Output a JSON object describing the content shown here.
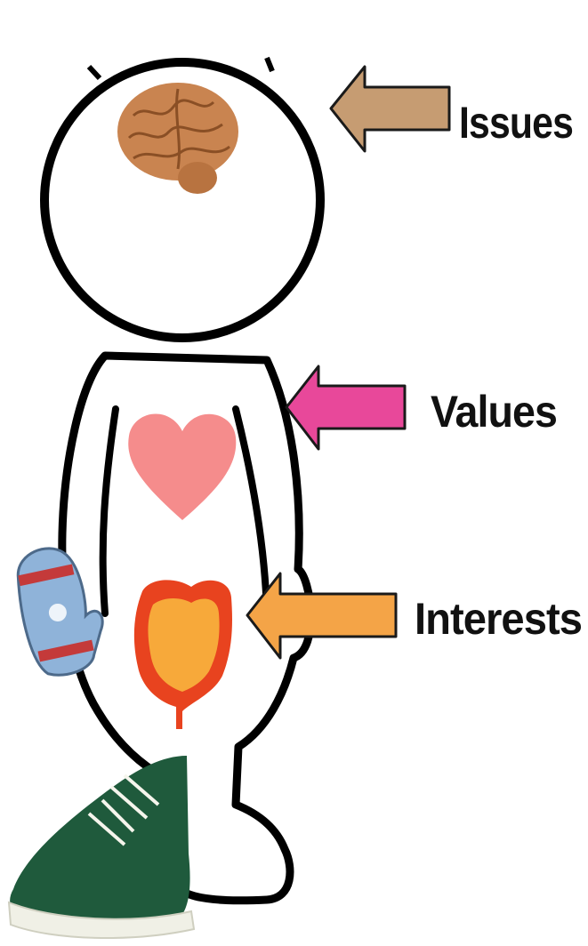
{
  "diagram": {
    "labels": {
      "issues": "Issues",
      "values": "Values",
      "interests": "Interests"
    },
    "colors": {
      "issues_arrow": "#c69c72",
      "values_arrow": "#e8489a",
      "interests_arrow": "#f4a447",
      "heart": "#f58c8c",
      "brain": "#c98450",
      "intestine_outer": "#e8431f",
      "intestine_inner": "#f7a93a",
      "mitten": "#8fb3d9",
      "shoe": "#1f5a3c",
      "outline": "#000000"
    },
    "icons": [
      "brain-icon",
      "heart-icon",
      "intestine-icon",
      "mitten-icon",
      "sneaker-icon"
    ]
  }
}
